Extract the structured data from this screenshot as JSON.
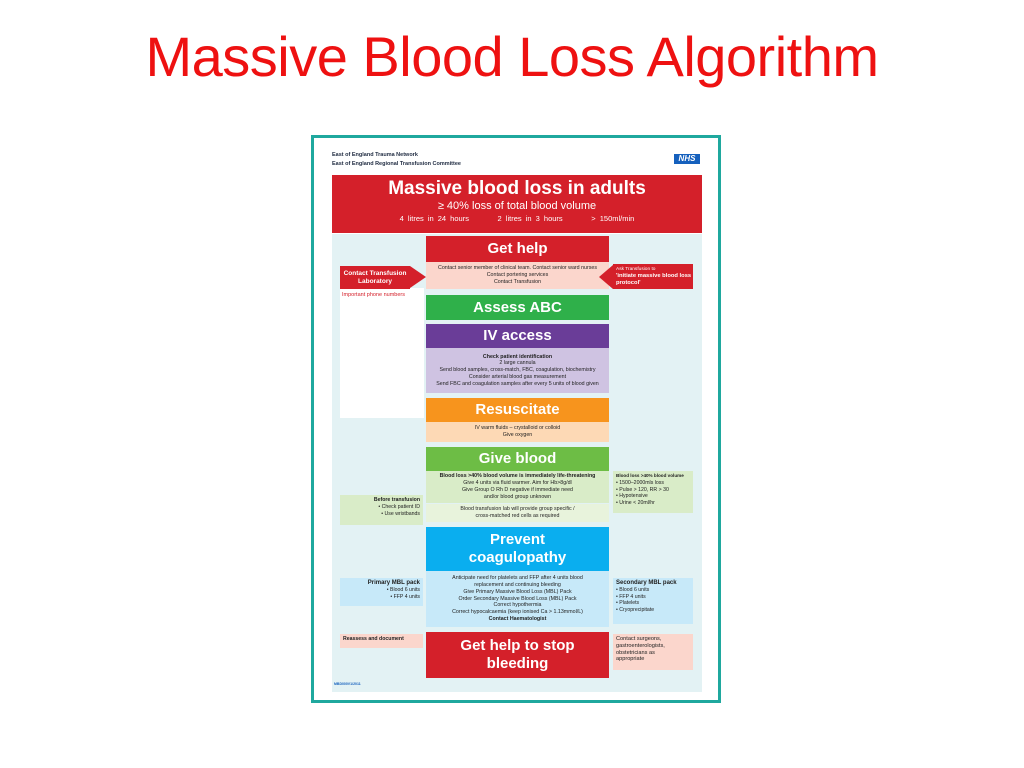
{
  "slide": {
    "title": "Massive Blood Loss Algorithm"
  },
  "poster": {
    "org_line1": "East of England Trauma Network",
    "org_line2": "East of England Regional Transfusion Committee",
    "nhs_logo": "NHS",
    "banner": {
      "title": "Massive blood loss in adults",
      "subtitle": "≥ 40% loss of total blood volume",
      "rate_1": "4 litres in 24 hours",
      "rate_2": "2 litres in 3 hours",
      "rate_3": "> 150ml/min"
    },
    "get_help": {
      "label": "Get help",
      "details": [
        "Contact senior member of clinical team. Contact senior ward nurses",
        "Contact portering services",
        "Contact Transfusion"
      ]
    },
    "left_callout": {
      "title": "Contact Transfusion Laboratory",
      "phone": "Important phone numbers"
    },
    "right_callout": {
      "line1": "Ask Transfusion to",
      "line2": "'initiate massive blood loss protocol'"
    },
    "assess": {
      "label": "Assess ABC"
    },
    "iv_access": {
      "label": "IV access",
      "details": [
        "Check patient identification",
        "2 large cannula",
        "Send blood samples, cross-match, FBC, coagulation, biochemistry",
        "Consider arterial blood gas measurement",
        "Send FBC and coagulation samples after every 5 units of blood given"
      ]
    },
    "resuscitate": {
      "label": "Resuscitate",
      "details": [
        "IV warm fluids – crystalloid or colloid",
        "Give oxygen"
      ]
    },
    "give_blood": {
      "label": "Give blood",
      "headline": "Blood loss >40% blood volume is immediately life-threatening",
      "details": [
        "Give 4 units via fluid warmer. Aim for Hb>8g/dl",
        "Give Group O Rh D negative if immediate need",
        "and/or blood group unknown"
      ],
      "lab": [
        "Blood transfusion lab will provide group specific /",
        "cross-matched red cells as required"
      ]
    },
    "before_transfusion": {
      "title": "Before transfusion",
      "items": [
        "• Check patient ID",
        "• Use wristbands"
      ]
    },
    "blood_loss_box": {
      "title": "Blood loss >40% blood volume",
      "items": [
        "• 1500–2000mls loss",
        "• Pulse > 120, RR > 30",
        "• Hypotensive",
        "• Urine < 20ml/hr"
      ]
    },
    "prevent": {
      "label_1": "Prevent",
      "label_2": "coagulopathy",
      "details": [
        "Anticipate need for platelets and FFP after 4 units blood",
        "replacement and continuing bleeding",
        "Give Primary Massive Blood Loss (MBL) Pack",
        "Order Secondary Massive Blood Loss (MBL) Pack",
        "Correct hypothermia",
        "Correct hypocalcaemia (keep ionised Ca > 1.13mmol/L)",
        "Contact Haematologist"
      ]
    },
    "primary_pack": {
      "title": "Primary MBL pack",
      "items": [
        "• Blood 6 units",
        "• FFP 4 units"
      ]
    },
    "secondary_pack": {
      "title": "Secondary MBL pack",
      "items": [
        "• Blood 6 units",
        "• FFP 4 units",
        "• Platelets",
        "• Cryoprecipitate"
      ]
    },
    "reassess": {
      "label": "Reassess and document"
    },
    "stop_bleeding": {
      "label_1": "Get help to stop",
      "label_2": "bleeding"
    },
    "contact_surgeons": {
      "lines": [
        "Contact surgeons,",
        "gastroenterologists,",
        "obstetricians as",
        "appropriate"
      ]
    },
    "code": "MBD000V1/2011"
  },
  "colors": {
    "title_red": "#ee1111",
    "frame_teal": "#1fa89e",
    "nhs_blue": "#1560bd",
    "step_red": "#d4202a",
    "step_green": "#2fb04a",
    "step_purple": "#6a3d98",
    "step_orange": "#f7941d",
    "step_blue": "#0aaeef"
  }
}
